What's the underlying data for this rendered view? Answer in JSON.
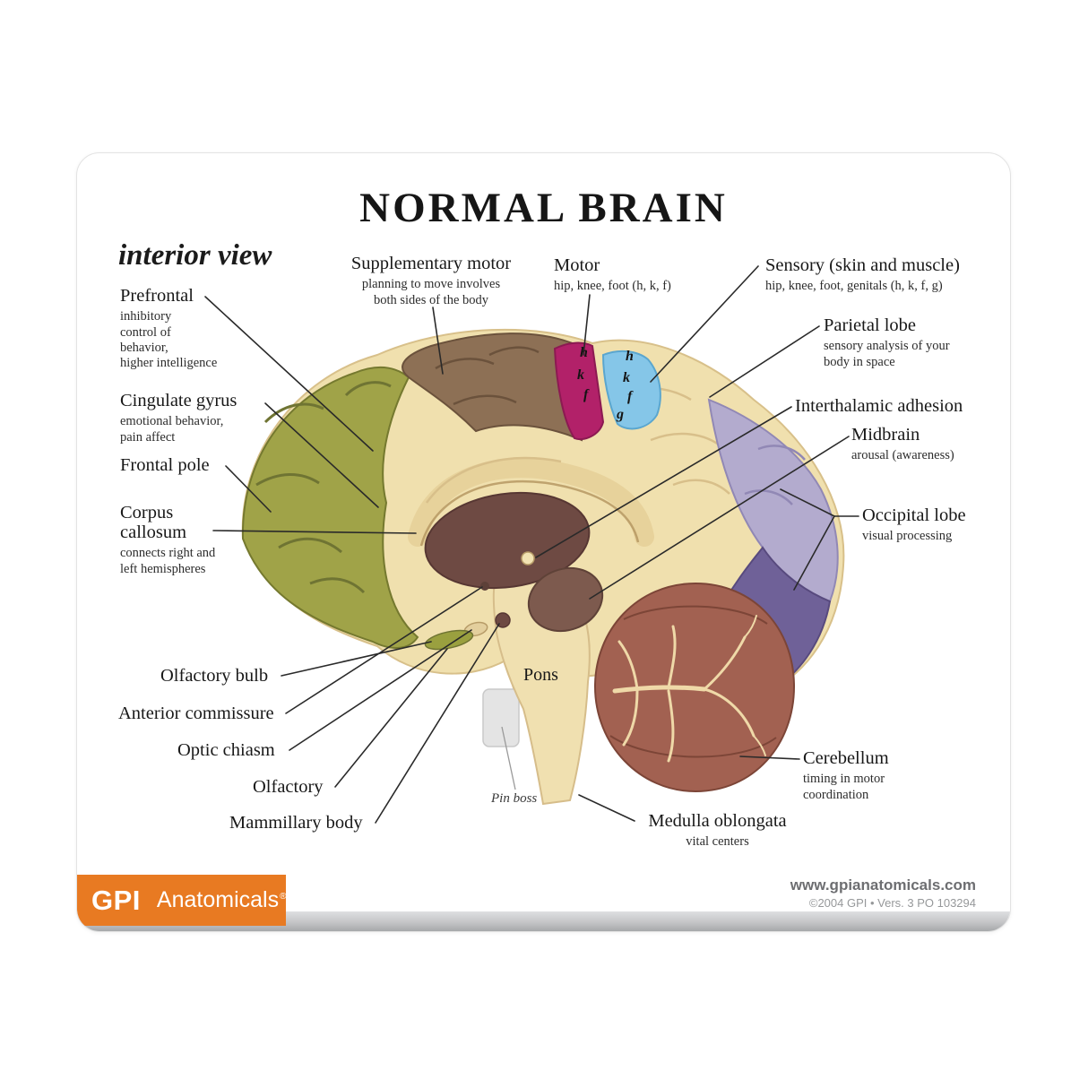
{
  "card": {
    "title": "NORMAL BRAIN",
    "view_label": "interior view"
  },
  "labels": {
    "supplementary_motor": {
      "title": "Supplementary motor",
      "desc": "planning to move involves\nboth sides of the body"
    },
    "motor": {
      "title": "Motor",
      "desc": "hip, knee, foot (h, k, f)"
    },
    "sensory": {
      "title": "Sensory (skin and muscle)",
      "desc": "hip, knee, foot, genitals (h, k, f, g)"
    },
    "parietal_lobe": {
      "title": "Parietal lobe",
      "desc": "sensory analysis of your\nbody in space"
    },
    "interthalamic_adhesion": {
      "title": "Interthalamic adhesion"
    },
    "midbrain": {
      "title": "Midbrain",
      "desc": "arousal (awareness)"
    },
    "occipital_lobe": {
      "title": "Occipital lobe",
      "desc": "visual processing"
    },
    "cerebellum": {
      "title": "Cerebellum",
      "desc": "timing in motor\ncoordination"
    },
    "medulla_oblongata": {
      "title": "Medulla oblongata",
      "desc": "vital centers"
    },
    "prefrontal": {
      "title": "Prefrontal",
      "desc": "inhibitory\ncontrol of\nbehavior,\nhigher intelligence"
    },
    "cingulate_gyrus": {
      "title": "Cingulate gyrus",
      "desc": "emotional behavior,\npain affect"
    },
    "frontal_pole": {
      "title": "Frontal pole"
    },
    "corpus_callosum": {
      "title": "Corpus\ncallosum",
      "desc": "connects right and\nleft hemispheres"
    },
    "olfactory_bulb": {
      "title": "Olfactory bulb"
    },
    "anterior_commissure": {
      "title": "Anterior commissure"
    },
    "optic_chiasm": {
      "title": "Optic chiasm"
    },
    "olfactory": {
      "title": "Olfactory"
    },
    "mammillary_body": {
      "title": "Mammillary body"
    },
    "pons": {
      "title": "Pons"
    },
    "pin_boss": {
      "title": "Pin boss"
    }
  },
  "model_letters": {
    "motor": [
      "h",
      "k",
      "f"
    ],
    "sensory": [
      "h",
      "k",
      "f",
      "g"
    ]
  },
  "footer": {
    "brand_gpi": "GPI",
    "brand_name": "Anatomicals",
    "brand_reg": "®",
    "website": "www.gpianatomicals.com",
    "copyright": "©2004 GPI • Vers. 3 PO 103294"
  },
  "colors": {
    "accent_orange": "#e87a22",
    "frontal_olive": "#a0a348",
    "superior_brown": "#8d7055",
    "motor_magenta": "#b22169",
    "sensory_blue": "#85c6e8",
    "cortex_cream": "#f0e0ae",
    "occipital_lavender": "#b3abce",
    "occipital_purple": "#6f6198",
    "cerebellum_brown": "#a26151",
    "thalamus_maroon": "#6e4a43"
  }
}
